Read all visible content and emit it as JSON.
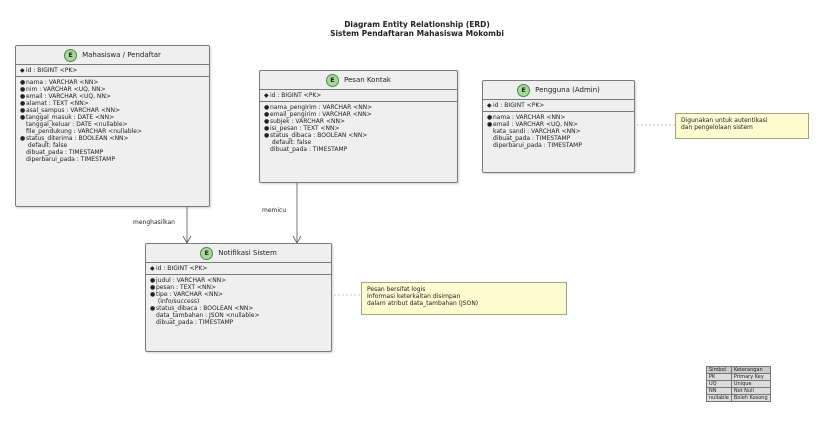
{
  "title": {
    "line1": "Diagram Entity Relationship (ERD)",
    "line2": "Sistem Pendaftaran Mahasiswa Mokombi"
  },
  "entities": {
    "mahasiswa": {
      "badge": "E",
      "name": "Mahasiswa / Pendaftar",
      "pk": "id : BIGINT <PK>",
      "attrs": [
        "nama : VARCHAR <NN>",
        "nim : VARCHAR <UQ, NN>",
        "email : VARCHAR <UQ, NN>",
        "alamat : TEXT <NN>",
        "asal_sampus : VARCHAR <NN>",
        "tanggal_masuk : DATE <NN>",
        "tanggal_keluar : DATE <nullable>",
        "file_pendukung : VARCHAR <nullable>",
        "status_diterima : BOOLEAN <NN>",
        "  default: false",
        "dibuat_pada : TIMESTAMP",
        "diperbarui_pada : TIMESTAMP"
      ]
    },
    "pesan": {
      "badge": "E",
      "name": "Pesan Kontak",
      "pk": "id : BIGINT <PK>",
      "attrs": [
        "nama_pengirim : VARCHAR <NN>",
        "email_pengirim : VARCHAR <NN>",
        "subjek : VARCHAR <NN>",
        "isi_pesan : TEXT <NN>",
        "status_dibaca : BOOLEAN <NN>",
        "  default: false",
        "dibuat_pada : TIMESTAMP"
      ]
    },
    "pengguna": {
      "badge": "E",
      "name": "Pengguna (Admin)",
      "pk": "id : BIGINT <PK>",
      "attrs": [
        "nama : VARCHAR <NN>",
        "email : VARCHAR <UQ, NN>",
        "kata_sandi : VARCHAR <NN>",
        "dibuat_pada : TIMESTAMP",
        "diperbarui_pada : TIMESTAMP"
      ]
    },
    "notifikasi": {
      "badge": "E",
      "name": "Notifikasi Sistem",
      "pk": "id : BIGINT <PK>",
      "attrs": [
        "judul : VARCHAR <NN>",
        "pesan : TEXT <NN>",
        "tipe : VARCHAR <NN>",
        "  (info/success)",
        "status_dibaca : BOOLEAN <NN>",
        "data_tambahan : JSON <nullable>",
        "dibuat_pada : TIMESTAMP"
      ]
    }
  },
  "notes": {
    "pengguna": [
      "Digunakan untuk autentikasi",
      "dan pengelolaan sistem"
    ],
    "notifikasi": [
      "Pesan bersifat logis",
      "Informasi keterkaitan disimpan",
      "dalam atribut data_tambahan (JSON)"
    ]
  },
  "relations": {
    "mahasiswa_notifikasi": "menghasilkan",
    "pesan_notifikasi": "memicu"
  },
  "legend": {
    "header": [
      "Simbol",
      "Keterangan"
    ],
    "rows": [
      [
        "PK",
        "Primary Key"
      ],
      [
        "UQ",
        "Unique"
      ],
      [
        "NN",
        "Not Null"
      ],
      [
        "nullable",
        "Boleh Kosong"
      ]
    ]
  }
}
